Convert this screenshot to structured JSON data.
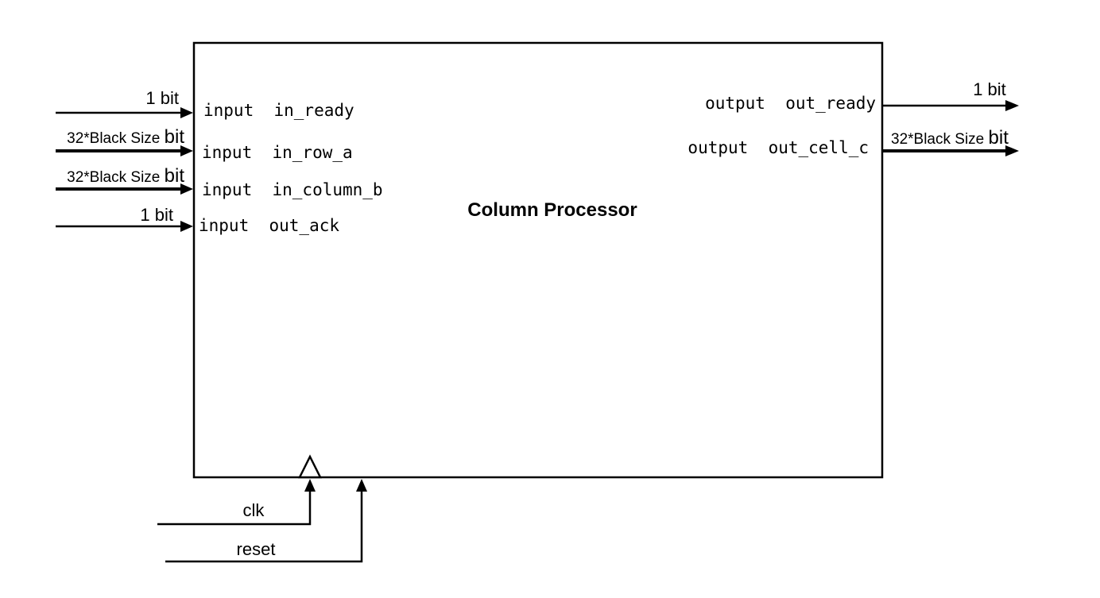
{
  "block": {
    "title": "Column Processor"
  },
  "inputs": [
    {
      "label": "input  in_ready",
      "width_label": "1 bit",
      "bus_prefix": "",
      "bus_suffix": ""
    },
    {
      "label": "input  in_row_a",
      "width_label": "",
      "bus_prefix": "32*Black Size ",
      "bus_suffix": "bit"
    },
    {
      "label": "input  in_column_b",
      "width_label": "",
      "bus_prefix": "32*Black Size ",
      "bus_suffix": "bit"
    },
    {
      "label": "input  out_ack",
      "width_label": "1 bit",
      "bus_prefix": "",
      "bus_suffix": ""
    }
  ],
  "outputs": [
    {
      "label": "output  out_ready",
      "width_label": "1 bit",
      "bus_prefix": "",
      "bus_suffix": ""
    },
    {
      "label": "output  out_cell_c",
      "width_label": "",
      "bus_prefix": "32*Black Size ",
      "bus_suffix": "bit"
    }
  ],
  "control": {
    "clk": "clk",
    "reset": "reset"
  }
}
